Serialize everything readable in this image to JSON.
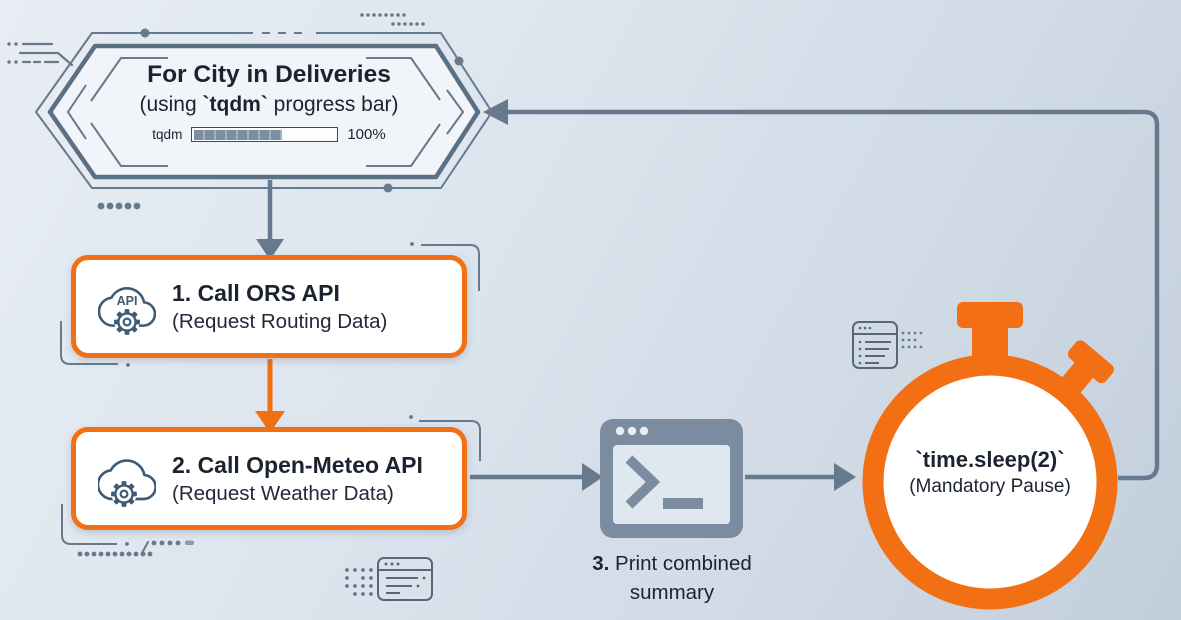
{
  "colors": {
    "accent_orange": "#F26F13",
    "slate_line": "#67798C",
    "icon_slate": "#3E5B76",
    "terminal_gray": "#7B8CA1",
    "text_dark": "#1C2330",
    "background_top": "#E8EDF3",
    "background_bottom": "#C2CEDB"
  },
  "icons": {
    "loop_header": "hexagon-loop-frame",
    "step1": "api-cloud-gear-icon",
    "step2": "cloud-gear-icon",
    "step3": "terminal-window-icon",
    "pause": "stopwatch-icon",
    "decor": [
      "circuit-trace-lines",
      "dot-clusters",
      "list-card-icon",
      "code-window-icon"
    ]
  },
  "loop_header": {
    "title": "For City in Deliveries",
    "subtitle_pre": "(using ",
    "subtitle_code": "`tqdm`",
    "subtitle_post": " progress bar)",
    "progress": {
      "label": "tqdm",
      "percent": "100%",
      "fill": "62%"
    }
  },
  "step1": {
    "title": "1. Call ORS API",
    "subtitle": "(Request Routing Data)",
    "icon_label": "API"
  },
  "step2": {
    "title": "2. Call Open-Meteo API",
    "subtitle": "(Request Weather Data)"
  },
  "step3": {
    "number": "3.",
    "caption_rest": " Print combined",
    "caption_line2": "summary"
  },
  "pause": {
    "title": "`time.sleep(2)`",
    "subtitle": "(Mandatory Pause)"
  }
}
